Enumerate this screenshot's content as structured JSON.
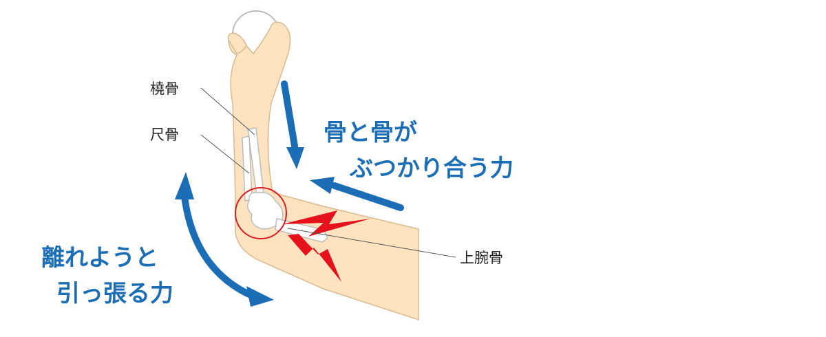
{
  "labels": {
    "radius": "橈骨",
    "ulna": "尺骨",
    "humerus": "上腕骨"
  },
  "captions": {
    "compress_line1": "骨と骨が",
    "compress_line2": "ぶつかり合う力",
    "pull_line1": "離れようと",
    "pull_line2": "引っ張る力"
  },
  "colors": {
    "skin": "#fde3bf",
    "skin_outline": "#d9b98f",
    "bone": "#ffffff",
    "bone_outline": "#bcbcbc",
    "arrow_blue": "#1b6db5",
    "lightning_red": "#e5121b",
    "circle_red": "#d61c24",
    "ball": "#ffffff",
    "leader_line": "#555555"
  },
  "icons": {
    "ball": "ball-icon",
    "pain": "lightning-bolt-icon"
  }
}
